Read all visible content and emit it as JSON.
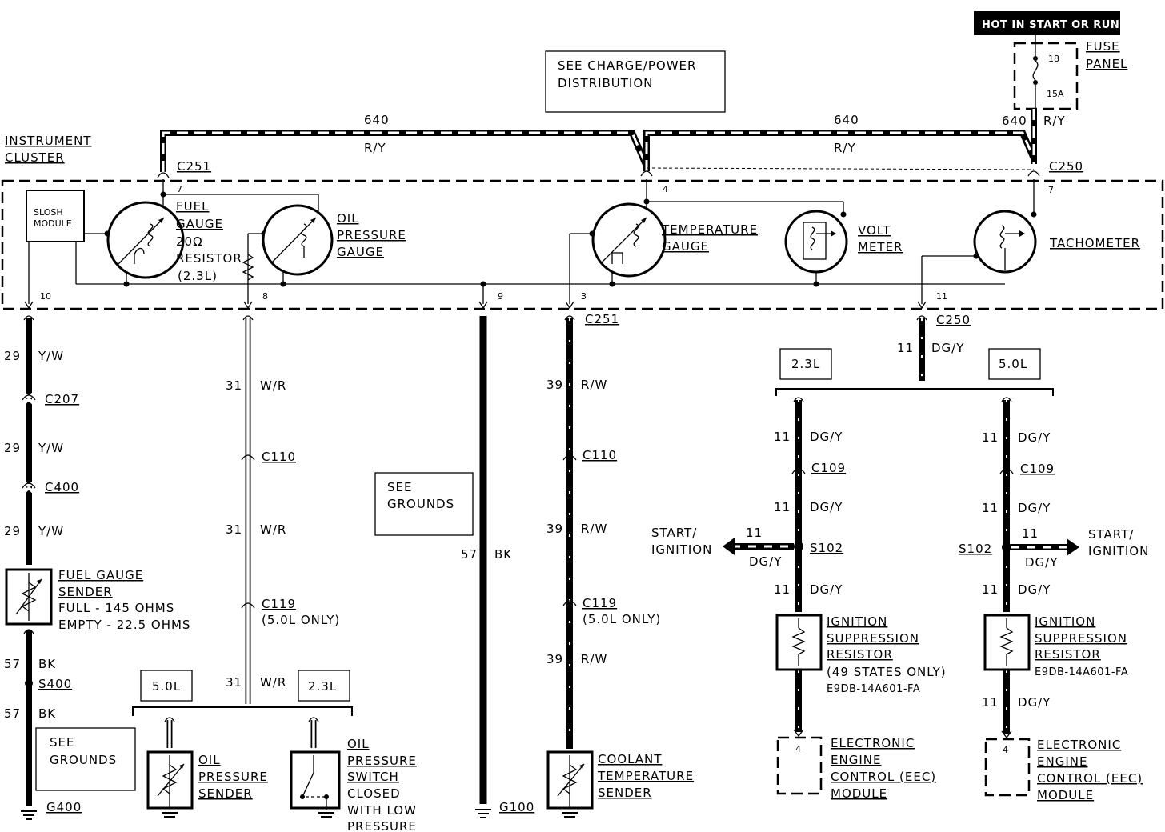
{
  "top": {
    "hot_label": "HOT IN START OR RUN",
    "fuse_panel": [
      "FUSE",
      "PANEL"
    ],
    "fuse_num": "18",
    "fuse_amp": "15A",
    "see_charge": [
      "SEE CHARGE/POWER",
      "DISTRIBUTION"
    ],
    "circuit_640": "640",
    "ry": "R/Y",
    "c250": "C250",
    "c251": "C251",
    "pin7": "7",
    "pin4": "4"
  },
  "cluster": {
    "title": [
      "INSTRUMENT",
      "CLUSTER"
    ],
    "slosh": [
      "SLOSH",
      "MODULE"
    ],
    "fuel_gauge": [
      "FUEL",
      "GAUGE"
    ],
    "resistor": [
      "20Ω",
      "RESISTOR",
      "(2.3L)"
    ],
    "oil_gauge": [
      "OIL",
      "PRESSURE",
      "GAUGE"
    ],
    "temp_gauge": [
      "TEMPERATURE",
      "GAUGE"
    ],
    "volt": [
      "VOLT",
      "METER"
    ],
    "tach": "TACHOMETER",
    "pins": [
      "10",
      "8",
      "9",
      "3",
      "11"
    ]
  },
  "fuel_branch": {
    "circuit": "29",
    "color": "Y/W",
    "c207": "C207",
    "c400": "C400",
    "sender": [
      "FUEL GAUGE",
      "SENDER",
      "FULL - 145 OHMS",
      "EMPTY - 22.5 OHMS"
    ],
    "bk_circuit": "57",
    "bk": "BK",
    "s400": "S400",
    "see_grounds": [
      "SEE",
      "GROUNDS"
    ],
    "g400": "G400"
  },
  "oil_branch": {
    "circuit": "31",
    "color": "W/R",
    "c110": "C110",
    "c119": "C119",
    "c119_note": "(5.0L ONLY)",
    "box_50": "5.0L",
    "box_23": "2.3L",
    "sender": [
      "OIL",
      "PRESSURE",
      "SENDER"
    ],
    "switch": [
      "OIL",
      "PRESSURE",
      "SWITCH",
      "CLOSED",
      "WITH LOW",
      "PRESSURE"
    ]
  },
  "ground_branch": {
    "see_grounds": [
      "SEE",
      "GROUNDS"
    ],
    "circuit": "57",
    "color": "BK",
    "g100": "G100"
  },
  "coolant_branch": {
    "circuit": "39",
    "color": "R/W",
    "c251": "C251",
    "c110": "C110",
    "c119": "C119",
    "c119_note": "(5.0L ONLY)",
    "sender": [
      "COOLANT",
      "TEMPERATURE",
      "SENDER"
    ]
  },
  "tach_branch": {
    "c250": "C250",
    "circuit": "11",
    "color": "DG/Y",
    "box_23": "2.3L",
    "box_50": "5.0L",
    "c109": "C109",
    "s102": "S102",
    "start_ign": [
      "START/",
      "IGNITION"
    ],
    "resistor": [
      "IGNITION",
      "SUPPRESSION",
      "RESISTOR"
    ],
    "states_note": "(49 STATES ONLY)",
    "part_no": "E9DB-14A601-FA",
    "eec": [
      "ELECTRONIC",
      "ENGINE",
      "CONTROL (EEC)",
      "MODULE"
    ],
    "eec_pin": "4"
  }
}
